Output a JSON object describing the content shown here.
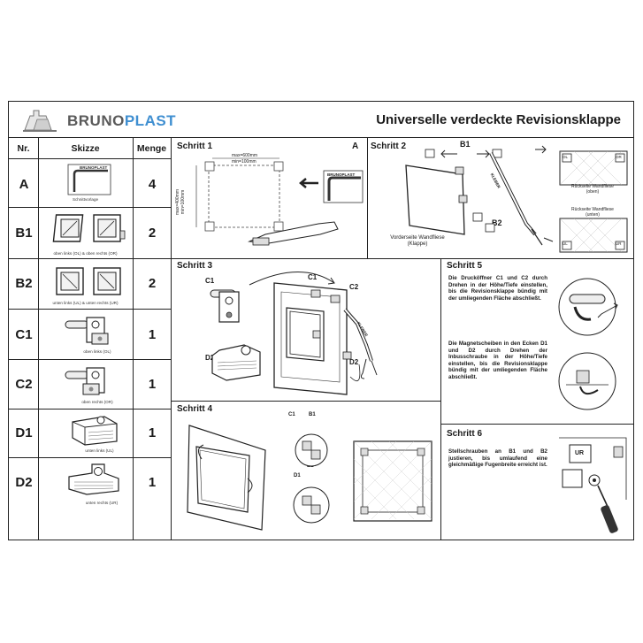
{
  "header": {
    "brand_part1": "BRUNO",
    "brand_part2": "PLAST",
    "title": "Universelle verdeckte Revisionsklappe"
  },
  "table": {
    "col_nr": "Nr.",
    "col_skizze": "Skizze",
    "col_menge": "Menge",
    "rows": [
      {
        "id": "A",
        "qty": "4",
        "caption": "Schnittvorlage",
        "logo": "BRUNOPLAST"
      },
      {
        "id": "B1",
        "qty": "2",
        "caption": "oben links (OL)  & oben rechts (OR)"
      },
      {
        "id": "B2",
        "qty": "2",
        "caption": "unten links (UL) & unten rechts (UR)"
      },
      {
        "id": "C1",
        "qty": "1",
        "caption": "oben links (OL)"
      },
      {
        "id": "C2",
        "qty": "1",
        "caption": "oben rechts (OR)"
      },
      {
        "id": "D1",
        "qty": "1",
        "caption": "unten links (UL)"
      },
      {
        "id": "D2",
        "qty": "1",
        "caption": "unten rechts (UR)"
      }
    ]
  },
  "steps": {
    "s1": {
      "title": "Schritt 1",
      "corner": "A",
      "dim_w_max": "max=600mm",
      "dim_w_min": "min=100mm",
      "dim_h": "max=400mm\nmin=100mm",
      "template_logo": "BRUNOPLAST"
    },
    "s2": {
      "title": "Schritt 2",
      "b1": "B1",
      "b2": "B2",
      "front_label": "Vorderseite Wandfliese\n(Klappe)",
      "back_top": "Rückseite Wandfliese\n(oben)",
      "back_bottom": "Rückseite Wandfliese\n(unten)",
      "ol": "OL",
      "or": "OR",
      "ul": "UL",
      "ur": "UR",
      "tool_label": "KLEBER"
    },
    "s3": {
      "title": "Schritt 3",
      "c1": "C1",
      "c2": "C2",
      "d1": "D1",
      "d2": "D2",
      "tool_label": "KLEBER"
    },
    "s4": {
      "title": "Schritt 4",
      "c1": "C1",
      "b1": "B1",
      "b2": "B2",
      "d1": "D1"
    },
    "s5": {
      "title": "Schritt 5",
      "text1": "Die Drucköffner C1 und C2 durch Drehen in der Höhe/Tiefe einstellen, bis die Revisionsklappe bündig mit der umliegenden Fläche abschließt.",
      "text2": "Die Magnetscheiben in den Ecken D1 und D2 durch Drehen der Inbusschraube in der Höhe/Tiefe einstellen, bis die Revisionsklappe bündig mit der umliegenden Fläche abschließt."
    },
    "s6": {
      "title": "Schritt 6",
      "text": "Stellschrauben an B1 und B2 justieren, bis umlaufend eine gleichmäßige Fugenbreite erreicht ist.",
      "badge": "UR"
    }
  },
  "colors": {
    "line": "#222222",
    "brand_blue": "#3f8fd1",
    "brand_grey": "#5a5a5a"
  }
}
